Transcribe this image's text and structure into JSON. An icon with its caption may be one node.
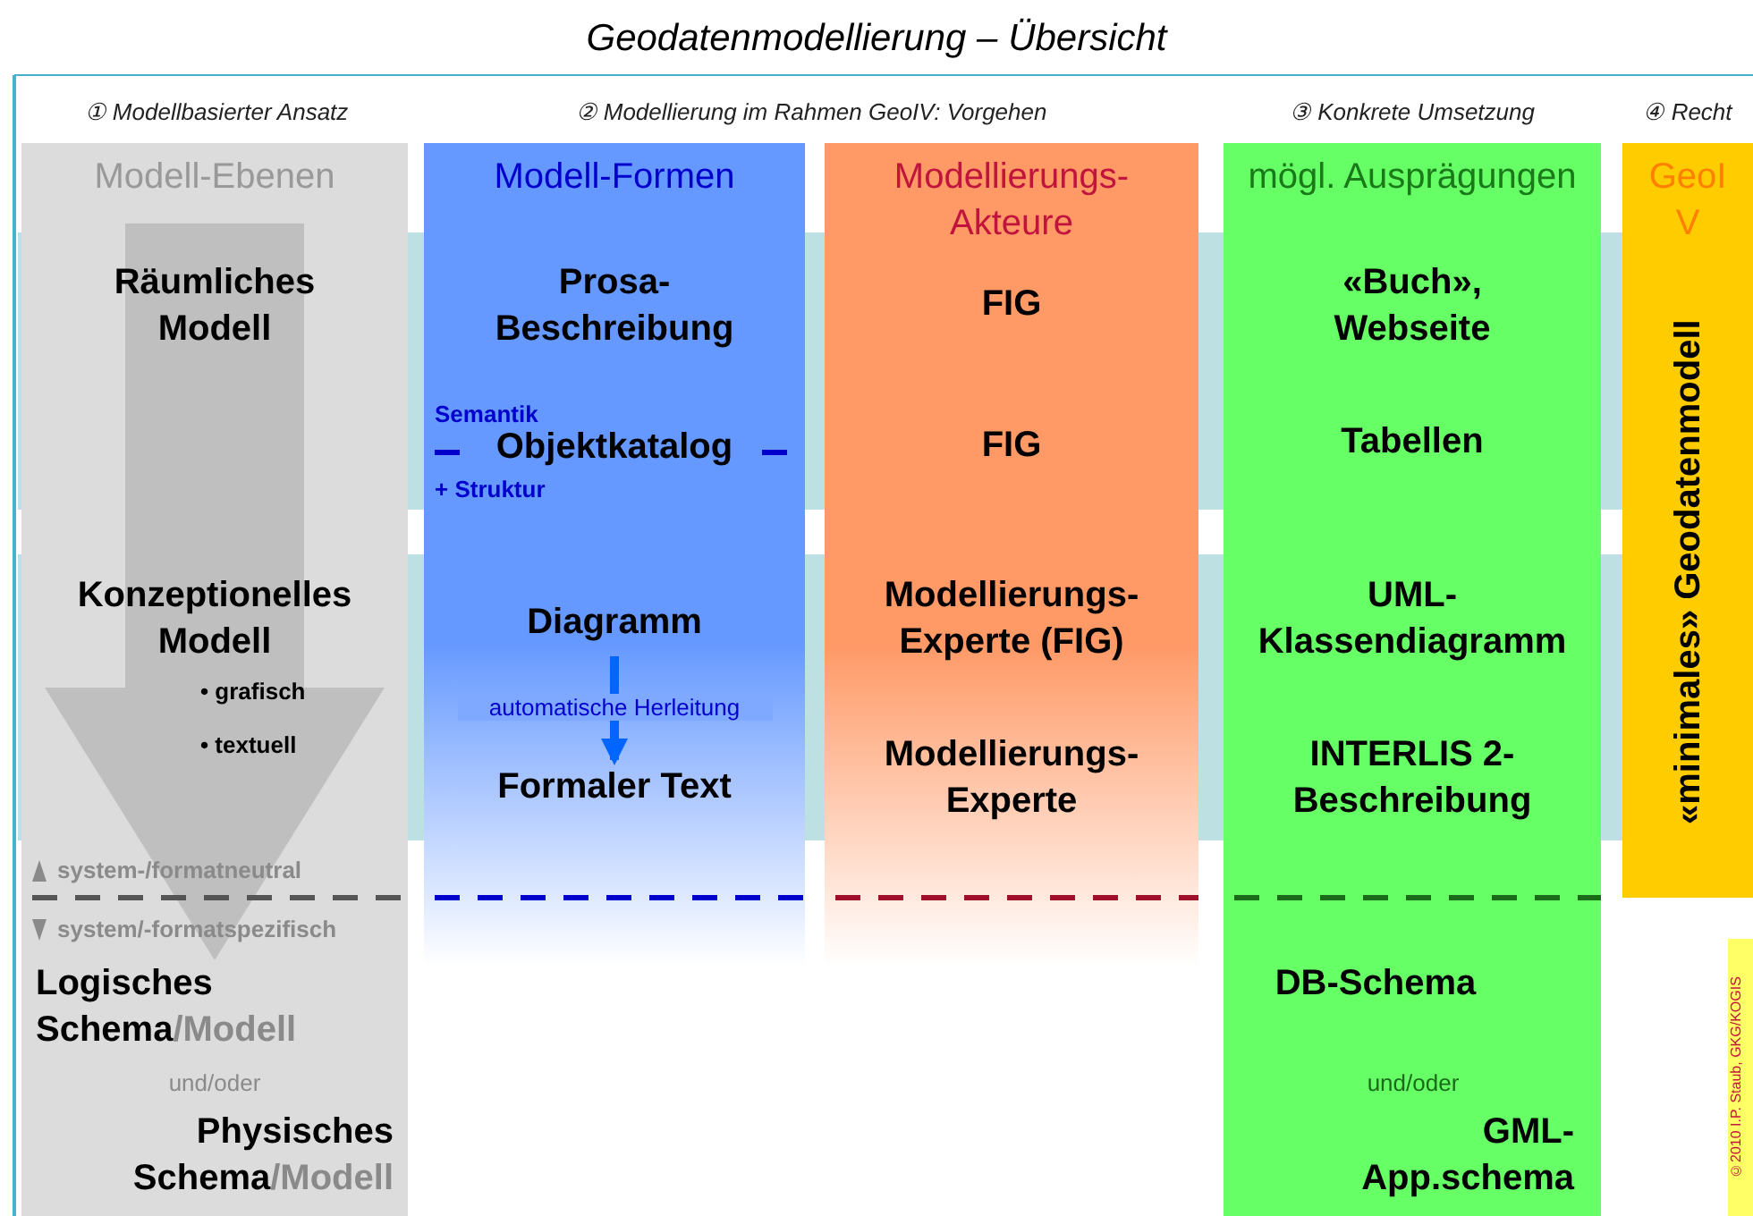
{
  "diagram": {
    "title": "Geodatenmodellierung – Übersicht",
    "nodes": [
      {
        "text": [
          "Modell-Ebenen"
        ]
      },
      {
        "text": [
          "Räumliches Modell"
        ],
        "in": 0
      },
      {
        "text": [
          "Konzeptionelles Modell",
          "• grafisch",
          "• textuell"
        ],
        "in": 0
      },
      {
        "text": [
          "Logisches Schema",
          "/Modell"
        ],
        "in": 0
      },
      {
        "text": [
          "Physisches Schema",
          "/Modell"
        ],
        "in": 0
      },
      {
        "text": [
          "Modell-Formen"
        ]
      },
      {
        "text": [
          "Prosa-Beschreibung"
        ],
        "in": 5
      },
      {
        "text": [
          "Objektkatalog"
        ],
        "in": 5
      },
      {
        "text": [
          "Diagramm"
        ],
        "in": 5
      },
      {
        "text": [
          "Formaler Text"
        ],
        "in": 5
      },
      {
        "text": [
          "Modellierungs-Akteure"
        ]
      },
      {
        "text": [
          "FIG"
        ],
        "in": 10
      },
      {
        "text": [
          "FIG"
        ],
        "in": 10
      },
      {
        "text": [
          "Modellierungs-Experte (FIG)"
        ],
        "in": 10
      },
      {
        "text": [
          "Modellierungs-Experte"
        ],
        "in": 10
      },
      {
        "text": [
          "mögl. Ausprägungen"
        ]
      },
      {
        "text": [
          "«Buch», Webseite"
        ],
        "in": 15
      },
      {
        "text": [
          "Tabellen"
        ],
        "in": 15
      },
      {
        "text": [
          "UML-Klassendiagramm"
        ],
        "in": 15
      },
      {
        "text": [
          "INTERLIS 2-Beschreibung"
        ],
        "in": 15
      },
      {
        "text": [
          "DB-Schema"
        ],
        "in": 15
      },
      {
        "text": [
          "GML-App.schema"
        ],
        "in": 15
      },
      {
        "text": [
          "GeoI V"
        ]
      },
      {
        "text": [
          "«minimales» Geodatenmodell"
        ],
        "in": 22
      }
    ],
    "edges": [
      {
        "from": 1,
        "to": 3,
        "arrow": "to",
        "style": "thick",
        "color": "#bfbfbf"
      },
      {
        "from": 8,
        "to": 9,
        "arrow": "to",
        "label": "automatische Herleitung"
      }
    ],
    "labels": [
      "① Modellbasierter Ansatz",
      "② Modellierung im Rahmen GeoIV: Vorgehen",
      "③ Konkrete Umsetzung",
      "④ Recht",
      "Semantik",
      "+ Struktur",
      "system-/formatneutral",
      "system/-formatspezifisch",
      "und/oder",
      "und/oder",
      "©2010 I.P. Staub, GKG/KOGIS"
    ]
  }
}
